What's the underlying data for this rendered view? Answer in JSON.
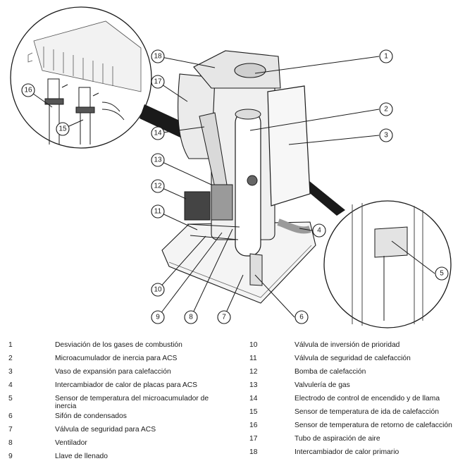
{
  "callouts": [
    "1",
    "2",
    "3",
    "4",
    "5",
    "6",
    "7",
    "8",
    "9",
    "10",
    "11",
    "12",
    "13",
    "14",
    "15",
    "16",
    "17",
    "18"
  ],
  "legend": [
    {
      "num": "1",
      "text": "Desviación de los gases de combustión"
    },
    {
      "num": "2",
      "text": "Microacumulador de inercia para ACS"
    },
    {
      "num": "3",
      "text": "Vaso de expansión para calefacción"
    },
    {
      "num": "4",
      "text": "Intercambiador de calor de placas para ACS"
    },
    {
      "num": "5",
      "text": "Sensor de temperatura del microacumulador de inercia"
    },
    {
      "num": "6",
      "text": "Sifón de condensados"
    },
    {
      "num": "7",
      "text": "Válvula de seguridad para ACS"
    },
    {
      "num": "8",
      "text": "Ventilador"
    },
    {
      "num": "9",
      "text": "Llave de llenado"
    },
    {
      "num": "10",
      "text": "Válvula de inversión de prioridad"
    },
    {
      "num": "11",
      "text": "Válvula de seguridad de calefacción"
    },
    {
      "num": "12",
      "text": "Bomba de calefacción"
    },
    {
      "num": "13",
      "text": "Valvulería de gas"
    },
    {
      "num": "14",
      "text": "Electrodo de control de encendido y de llama"
    },
    {
      "num": "15",
      "text": "Sensor de temperatura de ida de calefacción"
    },
    {
      "num": "16",
      "text": "Sensor de temperatura de retorno de calefacción"
    },
    {
      "num": "17",
      "text": "Tubo de aspiración de aire"
    },
    {
      "num": "18",
      "text": "Intercambiador de calor primario"
    }
  ]
}
